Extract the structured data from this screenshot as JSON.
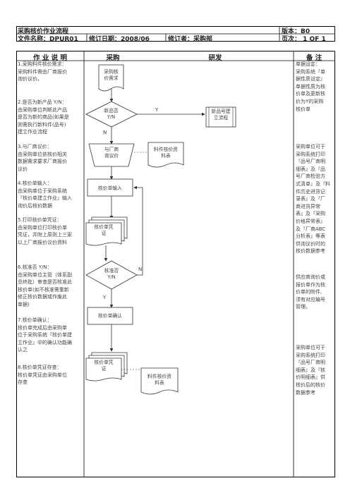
{
  "header": {
    "title": "采购核价作业流程",
    "version": "版本：B0",
    "file_name": "文件名称：DPUR01",
    "revision_date": "修订日期：2008/06",
    "reviser": "修订者：采购部",
    "page": "页次： 1 OF 1"
  },
  "columns": {
    "description": "作  业  说  明",
    "purchasing": "采购",
    "rnd": "研发",
    "notes": "备      注"
  },
  "description_items": [
    {
      "lines": [
        "1.采购料件核价需求：",
        "采购料件需由厂商报价",
        "询价议价。"
      ]
    },
    {
      "lines": [
        "2.是否为新产品 Y/N：",
        "由采购单位判断此产品",
        "是否为新的商品(如果是",
        "则需执行新料件(品号)",
        "建立作业流程"
      ]
    },
    {
      "lines": [
        "3.与厂商议价：",
        "由采购单位依核价相关",
        "数据需求要求厂商报价",
        "议价"
      ]
    },
    {
      "lines": [
        "4.核价单输入：",
        "由采购单位于采购系统",
        "『核价单建立作业』输入",
        "询价后核价数据"
      ]
    },
    {
      "lines": [
        "5.打印核价单凭证：",
        "由采购单位打印核价单",
        "凭证，并附上原则上三家",
        "以上厂商报价议价资料"
      ]
    },
    {
      "lines": [
        "6.核准否 Y/N：",
        "由采购单位主管（体系副",
        "总终批）审查是否核准此",
        "核价单(如不核准需重新",
        "修正核价数据或作废此",
        "单据)"
      ]
    },
    {
      "lines": [
        "7.核价单确认：",
        "核价单完成后由采购单",
        "位于采购系统『核价单建",
        "立作业』中的确认功能确",
        "认之"
      ]
    },
    {
      "lines": [
        "8.核价单凭证存查：",
        "核价单凭证由采购单位",
        "存查"
      ]
    }
  ],
  "notes": [
    {
      "lines": [
        "单据设定：",
        "采购系统『单",
        "据性质设定』",
        "单据性质为核",
        "价单及更新核",
        "价为Y的采购",
        "核价单"
      ]
    },
    {
      "lines": [
        "采购单位可于",
        "采购系统打印",
        "『品号厂商明",
        "细表』及『品",
        "号厂商检验方",
        "式清单』及『料",
        "件历史进货记",
        "录表』及『厂",
        "商进货异常",
        "表』及『采购",
        "价格异常表』",
        "及『厂商ABC",
        "分析表』等表",
        "供询议价时的",
        "核价数据参考"
      ]
    },
    {
      "lines": [
        "供应商询价或",
        "报价单作为核",
        "价单的附件,",
        "须有对应编号",
        "管理。"
      ]
    },
    {
      "lines": [
        "采购单位可于",
        "采购系统打印",
        "『品号厂商明",
        "细表』及『核",
        "价明细表』供",
        "核价后的核价",
        "数据参考"
      ]
    }
  ],
  "flow": {
    "start": "采购核\n价需求",
    "decision_new": "新品否\nY/N",
    "new_item": "新品号建\n立流程",
    "negotiate": "与厂商\n询议价",
    "report1": "料件核价资\n料表",
    "input": "核价单输入",
    "voucher1": "核价单凭\n证",
    "decision_approve": "核准否\nY/N",
    "confirm": "核价单确认",
    "voucher2": "核价单凭\n证",
    "report2": "料件核价资\n料表",
    "label_y1": "Y",
    "label_n1": "N",
    "label_n2": "N",
    "label_y2": "Y"
  }
}
